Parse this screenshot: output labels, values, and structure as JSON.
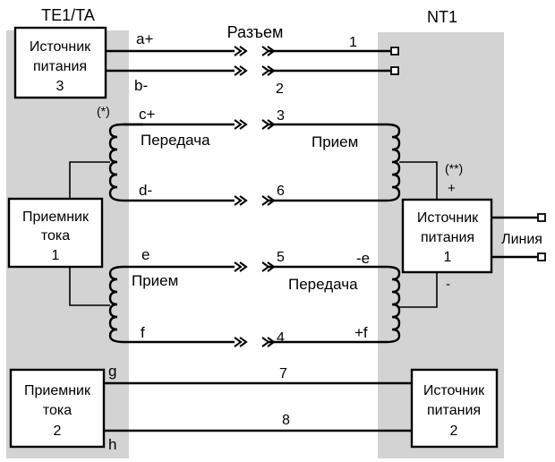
{
  "labels": {
    "te_title": "TE1/TA",
    "connector_title": "Разъем",
    "nt_title": "NT1",
    "note_left": "(*)",
    "note_right": "(**)",
    "line_label": "Линия"
  },
  "boxes": {
    "power3": [
      "Источник",
      "питания",
      "3"
    ],
    "receiver1": [
      "Приемник",
      "тока",
      "1"
    ],
    "receiver2": [
      "Приемник",
      "тока",
      "2"
    ],
    "power1": [
      "Источник",
      "питания",
      "1"
    ],
    "power2": [
      "Источник",
      "питания",
      "2"
    ]
  },
  "wires": {
    "a": "a+",
    "b": "b-",
    "c": "c+",
    "d": "d-",
    "e": "e",
    "f": "f",
    "g": "g",
    "h": "h",
    "pin1": "1",
    "pin2": "2",
    "pin3": "3",
    "pin4": "4",
    "pin5": "5",
    "pin6": "6",
    "pin7": "7",
    "pin8": "8",
    "neg_e": "-e",
    "pos_f": "+f",
    "plus": "+",
    "minus": "-"
  },
  "coils": {
    "left_top": "Передача",
    "right_top": "Прием",
    "left_bottom": "Прием",
    "right_bottom": "Передача"
  },
  "colors": {
    "panel": "#d3d3d3",
    "line": "#000000",
    "background": "#ffffff"
  }
}
